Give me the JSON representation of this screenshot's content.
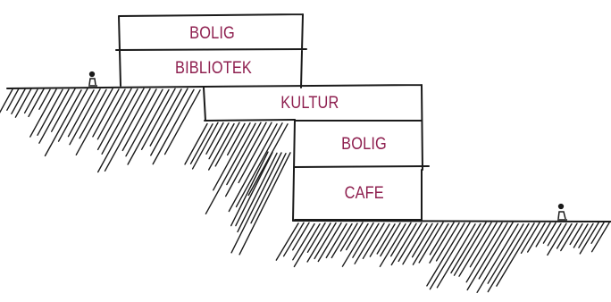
{
  "section": {
    "blocks": [
      {
        "id": "upper-housing",
        "label": "BOLIG"
      },
      {
        "id": "library",
        "label": "BIBLIOTEK"
      },
      {
        "id": "culture",
        "label": "KULTUR"
      },
      {
        "id": "lower-housing",
        "label": "BOLIG"
      },
      {
        "id": "cafe",
        "label": "CAFE"
      }
    ]
  },
  "colors": {
    "ink": "#1a1a1a",
    "label": "#8e1f4f",
    "paper": "#ffffff"
  }
}
